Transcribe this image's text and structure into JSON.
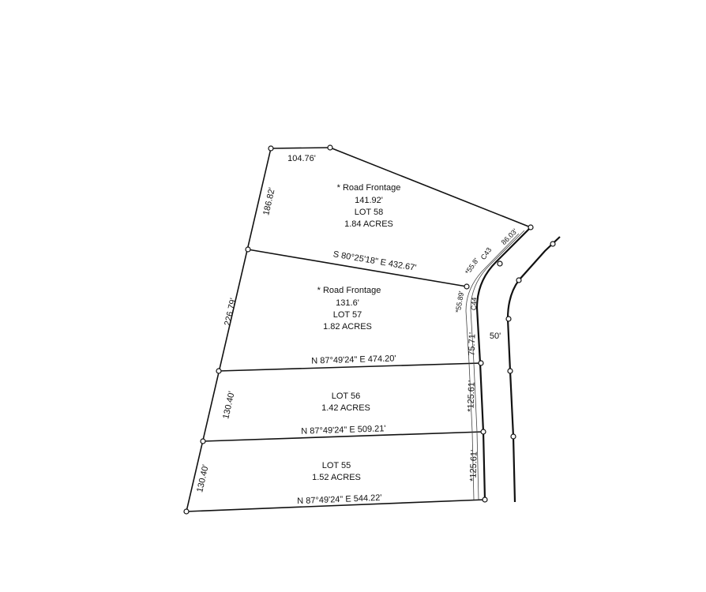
{
  "lots": [
    {
      "frontage_label": "* Road Frontage",
      "frontage": "141.92'",
      "name": "LOT 58",
      "acres": "1.84 ACRES"
    },
    {
      "frontage_label": "* Road Frontage",
      "frontage": "131.6'",
      "name": "LOT 57",
      "acres": "1.82 ACRES"
    },
    {
      "name": "LOT 56",
      "acres": "1.42 ACRES"
    },
    {
      "name": "LOT 55",
      "acres": "1.52 ACRES"
    }
  ],
  "bearings": {
    "line_58_57": "S 80°25'18\" E  432.67'",
    "line_57_56": "N 87°49'24\" E  474.20'",
    "line_56_55": "N 87°49'24\" E  509.21'",
    "line_55_south": "N 87°49'24\" E  544.22'"
  },
  "distances": {
    "top": "104.76'",
    "west_58": "186.82'",
    "west_57": "226.79'",
    "west_56": "130.40'",
    "west_55": "130.40'",
    "ne_58": "86.03'",
    "arc_58": "*55.8'",
    "arc_57": "*55.89'",
    "front_57": "75.71'",
    "front_56": "*125.61'",
    "front_55": "*125.61'"
  },
  "curves": {
    "c43": "C43",
    "c44": "C44"
  },
  "road": {
    "width": "50'"
  }
}
